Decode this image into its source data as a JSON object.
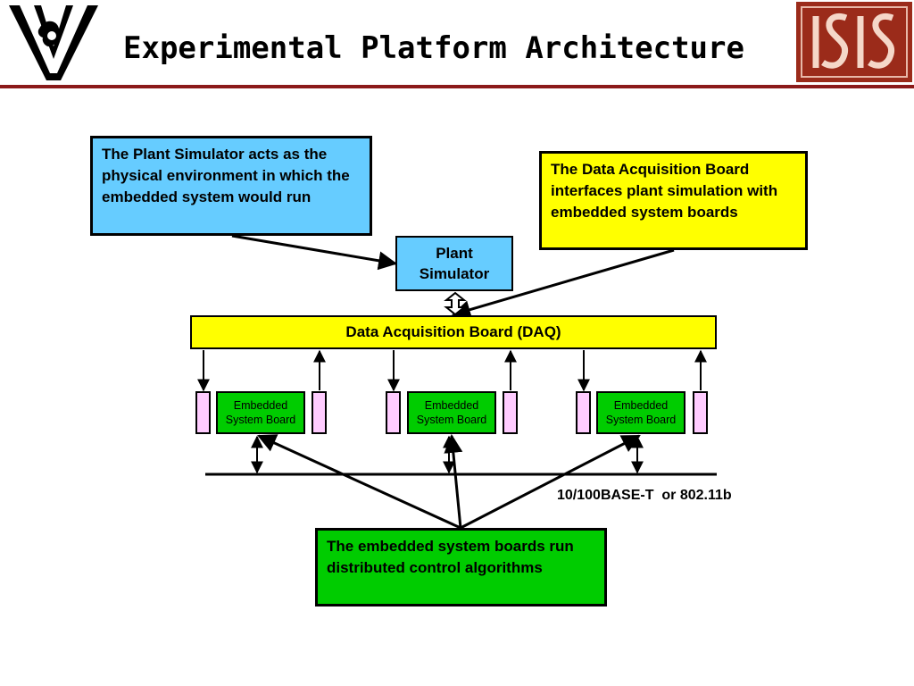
{
  "slide": {
    "title": "Experimental Platform Architecture",
    "logos": {
      "left": "V",
      "right": "ISIS"
    }
  },
  "callouts": {
    "plant_simulator": "The Plant Simulator acts as the physical environment in which the embedded system would run",
    "daq": "The Data Acquisition Board interfaces plant simulation with embedded system boards",
    "embedded": "The embedded system boards run distributed control algorithms"
  },
  "diagram": {
    "plant_simulator_label": "Plant\nSimulator",
    "daq_label": "Data Acquisition Board (DAQ)",
    "boards": [
      {
        "label": "Embedded\nSystem Board"
      },
      {
        "label": "Embedded\nSystem Board"
      },
      {
        "label": "Embedded\nSystem Board"
      }
    ],
    "network_label": "10/100BASE-T  or 802.11b"
  },
  "colors": {
    "accent_rule": "#8b1a1a",
    "plant_blue": "#66ccff",
    "daq_yellow": "#ffff00",
    "board_green": "#00cc00",
    "port_pink": "#ffccff"
  }
}
